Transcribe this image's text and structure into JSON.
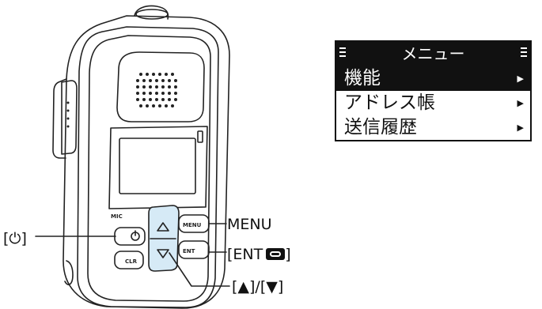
{
  "callouts": {
    "power": "[⏻]",
    "menu": "MENU",
    "ent": "[ENT",
    "ent_close": "]",
    "arrows": "[▲]/[▼]"
  },
  "device": {
    "mic_label": "MIC",
    "menu_key": "MENU",
    "ent_key": "ENT",
    "clr_key": "CLR"
  },
  "lcd": {
    "title": "メニュー",
    "items": [
      {
        "label": "機能",
        "selected": true
      },
      {
        "label": "アドレス帳",
        "selected": false
      },
      {
        "label": "送信履歴",
        "selected": false
      }
    ]
  }
}
